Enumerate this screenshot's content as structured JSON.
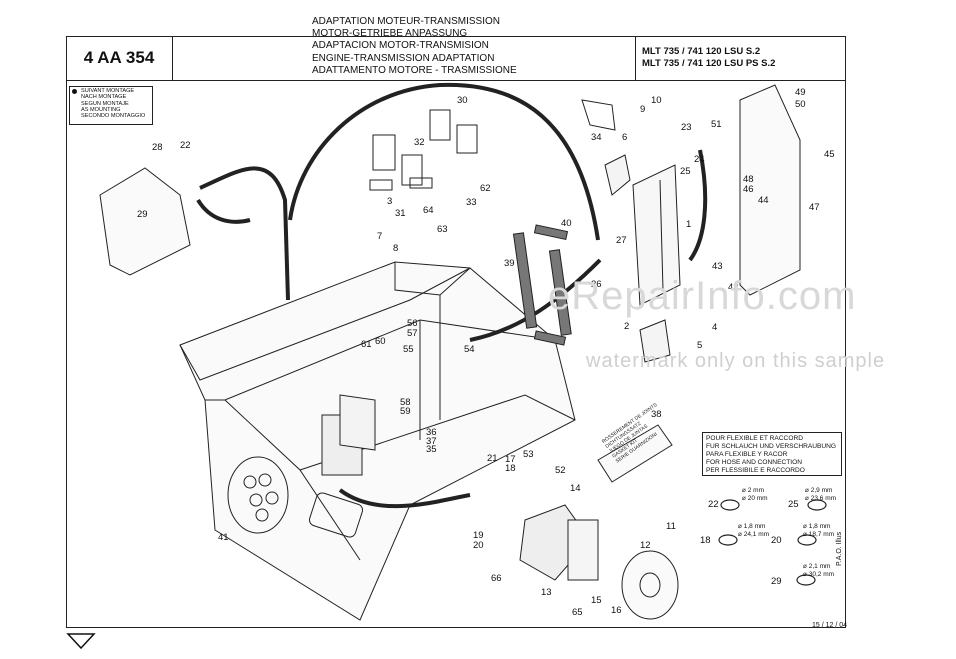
{
  "header": {
    "code": "4 AA 354",
    "titles": [
      "ADAPTATION MOTEUR-TRANSMISSION",
      "MOTOR-GETRIEBE ANPASSUNG",
      "ADAPTACION MOTOR-TRANSMISION",
      "ENGINE-TRANSMISSION ADAPTATION",
      "ADATTAMENTO MOTORE - TRASMISSIONE"
    ],
    "models": [
      "MLT 735 / 741 120 LSU S.2",
      "MLT 735 / 741 120 LSU PS S.2"
    ]
  },
  "mounting_note": [
    "SUIVANT MONTAGE",
    "NACH MONTAGE",
    "SEGUN MONTAJE",
    "AS MOUNTING",
    "SECONDO MONTAGGIO"
  ],
  "hose_note": [
    "POUR FLEXIBLE ET RACCORD",
    "FUR SCHLAUCH UND VERSCHRAUBUNG",
    "PARA FLEXIBLE Y RACOR",
    "FOR HOSE AND CONNECTION",
    "PER FLESSIBILE E RACCORDO"
  ],
  "sticker_text": [
    "ROSSEREMENT DE JOINTS",
    "DICHTUNGSSATZ",
    "JUEGO DE JUNTAS",
    "GASKET KIT",
    "SERIE GUARNIZIONI"
  ],
  "footer": {
    "date": "15 / 12 / 04",
    "illus": "P.A.O. Illus"
  },
  "watermark": {
    "line1": "eRepairInfo.com",
    "line2": "watermark only on this sample"
  },
  "diagram": {
    "callouts": [
      "1",
      "2",
      "3",
      "4",
      "5",
      "6",
      "7",
      "8",
      "9",
      "10",
      "11",
      "12",
      "13",
      "14",
      "15",
      "16",
      "17",
      "18",
      "19",
      "20",
      "21",
      "22",
      "23",
      "24",
      "25",
      "26",
      "27",
      "28",
      "29",
      "30",
      "31",
      "32",
      "33",
      "34",
      "35",
      "36",
      "37",
      "38",
      "39",
      "40",
      "41",
      "42",
      "43",
      "44",
      "45",
      "46",
      "47",
      "48",
      "49",
      "50",
      "51",
      "52",
      "53",
      "54",
      "55",
      "56",
      "57",
      "58",
      "59",
      "60",
      "61",
      "62",
      "63",
      "64",
      "65",
      "66"
    ],
    "dimensions": [
      {
        "item": "22",
        "d1": "2 mm",
        "d2": "20 mm"
      },
      {
        "item": "25",
        "d1": "2,9 mm",
        "d2": "23,6 mm"
      },
      {
        "item": "18",
        "d1": "1,8 mm",
        "d2": "24,1 mm"
      },
      {
        "item": "20",
        "d1": "1,8 mm",
        "d2": "18,7 mm"
      },
      {
        "item": "29",
        "d1": "2,1 mm",
        "d2": "30,2 mm"
      }
    ]
  }
}
